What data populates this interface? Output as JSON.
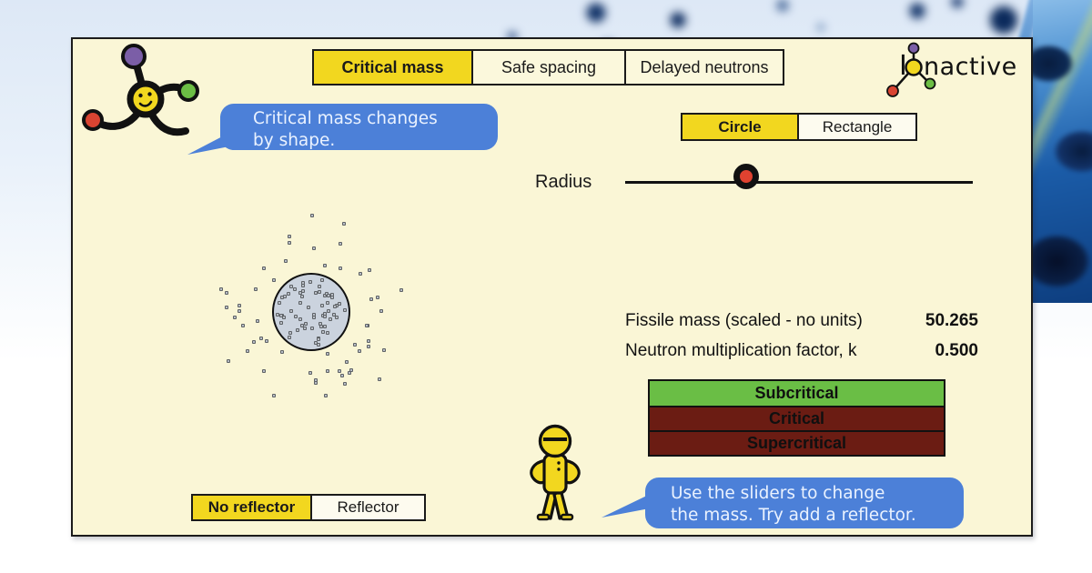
{
  "logo": {
    "text": "Ionactive",
    "prefix": "I",
    "suffix": "nactive"
  },
  "tabs": [
    {
      "label": "Critical mass",
      "active": true
    },
    {
      "label": "Safe spacing",
      "active": false
    },
    {
      "label": "Delayed neutrons",
      "active": false
    }
  ],
  "mascot_bubble": {
    "line1": "Critical mass changes",
    "line2": "by shape."
  },
  "shape_toggle": {
    "options": [
      {
        "label": "Circle",
        "active": true
      },
      {
        "label": "Rectangle",
        "active": false
      }
    ]
  },
  "slider": {
    "label": "Radius",
    "value_fraction": 0.366
  },
  "readouts": [
    {
      "label": "Fissile mass (scaled - no units)",
      "value": "50.265"
    },
    {
      "label": "Neutron multiplication factor, k",
      "value": "0.500"
    }
  ],
  "status_rows": [
    {
      "label": "Subcritical",
      "color": "#6abe45",
      "active": true
    },
    {
      "label": "Critical",
      "color": "#6b1c13",
      "active": false
    },
    {
      "label": "Supercritical",
      "color": "#6b1c13",
      "active": false
    }
  ],
  "helper_bubble": {
    "line1": "Use the sliders to change",
    "line2": "the mass. Try add a reflector."
  },
  "reflector_toggle": {
    "options": [
      {
        "label": "No reflector",
        "active": true
      },
      {
        "label": "Reflector",
        "active": false
      }
    ]
  },
  "simulation": {
    "core_radius": 43,
    "scatter_radius": 106,
    "inside_count": 62,
    "outside_count": 54
  },
  "colors": {
    "panel_bg": "#faf6d6",
    "accent_yellow": "#f2d71f",
    "bubble_blue": "#4c80d8",
    "subcritical_green": "#6abe45",
    "critical_maroon": "#6b1c13",
    "slider_red": "#e04230",
    "atom_purple": "#7b5ea7",
    "atom_green": "#6cbe45",
    "atom_red": "#d94432"
  }
}
